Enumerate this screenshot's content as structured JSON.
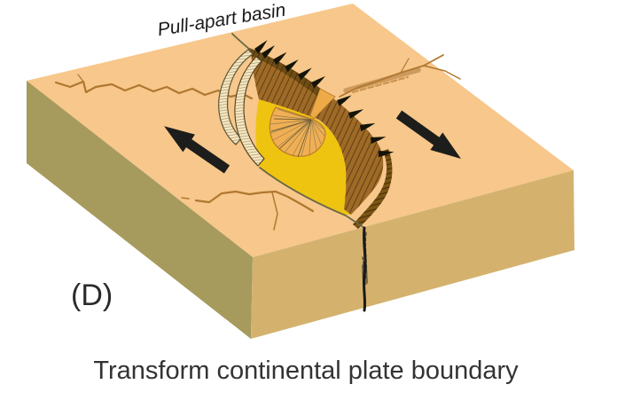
{
  "diagram": {
    "basin_label": "Pull-apart basin",
    "panel_letter": "(D)",
    "caption": "Transform continental plate boundary"
  },
  "icons": {
    "left_arrow": "plate-motion-arrow-up-left",
    "right_arrow": "plate-motion-arrow-down-right"
  },
  "colors": {
    "background": "#FFFFFF",
    "top_face": "#F7C78B",
    "left_face": "#A69A5D",
    "front_face": "#D4B26E",
    "basin_floor": "#EFC411",
    "alluvial_fan": "#F1AF55",
    "fan_outline": "#BF7E2B",
    "basin_wall": "#9F6A26",
    "basin_wall_dark": "#6B4B12",
    "hook_ridge": "#7B5414",
    "pressure_ridge_cream": "#F6E9C6",
    "surface_crack": "#B0772F",
    "fault_line": "#6A6747",
    "front_crack": "#1A1A1A",
    "arrow": "#1D1D1B",
    "label_text": "#1A1A1A",
    "caption_text": "#333333"
  }
}
